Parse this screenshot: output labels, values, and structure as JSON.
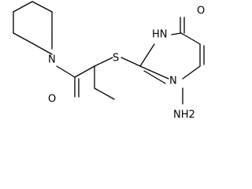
{
  "molecule": {
    "atoms": [
      {
        "id": "n_pip",
        "label": "N"
      },
      {
        "id": "s",
        "label": "S"
      },
      {
        "id": "o_carbonyl",
        "label": "O"
      },
      {
        "id": "nh",
        "label": "HN"
      },
      {
        "id": "n3",
        "label": "N"
      },
      {
        "id": "o_ring",
        "label": "O"
      },
      {
        "id": "nh2",
        "label": "NH2"
      }
    ]
  },
  "colors": {
    "bond": "#000000",
    "label": "#000000",
    "background": "#ffffff"
  }
}
